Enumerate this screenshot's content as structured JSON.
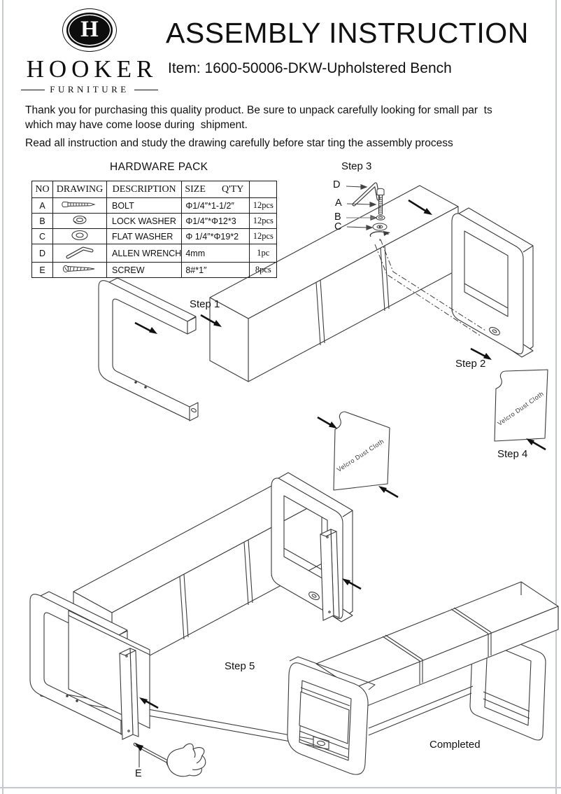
{
  "header": {
    "title": "ASSEMBLY INSTRUCTION",
    "item": "Item: 1600-50006-DKW-Upholstered Bench"
  },
  "logo": {
    "monogram": "H",
    "name": "HOOKER",
    "subname": "FURNITURE"
  },
  "intro": {
    "line1": "Thank you for purchasing this quality product. Be sure to unpack carefully looking for small par  ts",
    "line2": "which may have come loose during  shipment.",
    "line3": "Read all instruction and study the drawing carefully before star ting the assembly process"
  },
  "hardware": {
    "title": "HARDWARE PACK",
    "headers": [
      "NO",
      "DRAWING",
      "DESCRIPTION",
      "SIZE",
      "Q'TY"
    ],
    "rows": [
      {
        "no": "A",
        "icon": "bolt-icon",
        "description": "BOLT",
        "size": "Φ1/4″*1-1/2″",
        "qty": "12pcs"
      },
      {
        "no": "B",
        "icon": "lock-washer-icon",
        "description": "LOCK WASHER",
        "size": "Φ1/4″*Φ12*3",
        "qty": "12pcs"
      },
      {
        "no": "C",
        "icon": "flat-washer-icon",
        "description": "FLAT WASHER",
        "size": "Φ 1/4″*Φ19*2",
        "qty": "12pcs"
      },
      {
        "no": "D",
        "icon": "allen-wrench-icon",
        "description": "ALLEN WRENCH",
        "size": "4mm",
        "qty": "1pc"
      },
      {
        "no": "E",
        "icon": "screw-icon",
        "description": "SCREW",
        "size": "8#*1″",
        "qty": "8pcs"
      }
    ]
  },
  "steps": {
    "step1": "Step 1",
    "step2": "Step 2",
    "step3": "Step 3",
    "step4": "Step 4",
    "step5": "Step 5",
    "completed": "Completed"
  },
  "callouts": {
    "a": "A",
    "b": "B",
    "c": "C",
    "d": "D",
    "e": "E"
  },
  "diagram": {
    "dust_cloth_label": "Velcro Dust Cloth"
  },
  "colors": {
    "line": "#3b3b3b",
    "text": "#111111",
    "page_border": "#c3c7cf"
  }
}
